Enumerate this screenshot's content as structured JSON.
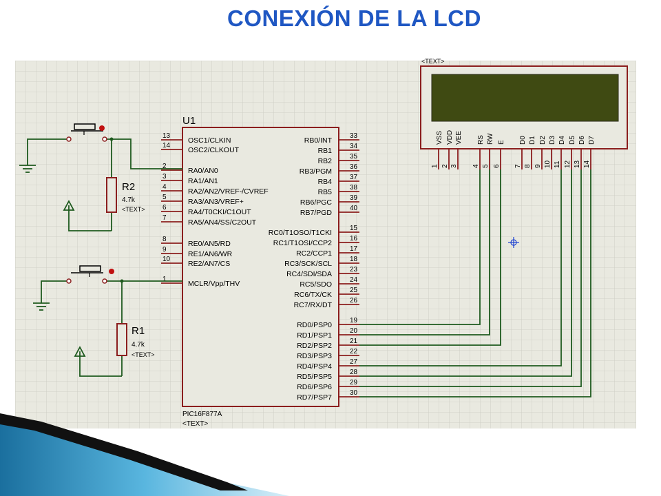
{
  "title": "CONEXIÓN DE LA LCD",
  "mcu": {
    "ref": "U1",
    "part": "PIC16F877A",
    "text_placeholder": "<TEXT>",
    "left_pins": [
      {
        "num": "13",
        "name": "OSC1/CLKIN"
      },
      {
        "num": "14",
        "name": "OSC2/CLKOUT"
      },
      {
        "num": "2",
        "name": "RA0/AN0"
      },
      {
        "num": "3",
        "name": "RA1/AN1"
      },
      {
        "num": "4",
        "name": "RA2/AN2/VREF-/CVREF"
      },
      {
        "num": "5",
        "name": "RA3/AN3/VREF+"
      },
      {
        "num": "6",
        "name": "RA4/T0CKI/C1OUT"
      },
      {
        "num": "7",
        "name": "RA5/AN4/SS/C2OUT"
      },
      {
        "num": "8",
        "name": "RE0/AN5/RD"
      },
      {
        "num": "9",
        "name": "RE1/AN6/WR"
      },
      {
        "num": "10",
        "name": "RE2/AN7/CS"
      },
      {
        "num": "1",
        "name": "MCLR/Vpp/THV"
      }
    ],
    "right_pins": [
      {
        "num": "33",
        "name": "RB0/INT"
      },
      {
        "num": "34",
        "name": "RB1"
      },
      {
        "num": "35",
        "name": "RB2"
      },
      {
        "num": "36",
        "name": "RB3/PGM"
      },
      {
        "num": "37",
        "name": "RB4"
      },
      {
        "num": "38",
        "name": "RB5"
      },
      {
        "num": "39",
        "name": "RB6/PGC"
      },
      {
        "num": "40",
        "name": "RB7/PGD"
      },
      {
        "num": "15",
        "name": "RC0/T1OSO/T1CKI"
      },
      {
        "num": "16",
        "name": "RC1/T1OSI/CCP2"
      },
      {
        "num": "17",
        "name": "RC2/CCP1"
      },
      {
        "num": "18",
        "name": "RC3/SCK/SCL"
      },
      {
        "num": "23",
        "name": "RC4/SDI/SDA"
      },
      {
        "num": "24",
        "name": "RC5/SDO"
      },
      {
        "num": "25",
        "name": "RC6/TX/CK"
      },
      {
        "num": "26",
        "name": "RC7/RX/DT"
      },
      {
        "num": "19",
        "name": "RD0/PSP0"
      },
      {
        "num": "20",
        "name": "RD1/PSP1"
      },
      {
        "num": "21",
        "name": "RD2/PSP2"
      },
      {
        "num": "22",
        "name": "RD3/PSP3"
      },
      {
        "num": "27",
        "name": "RD4/PSP4"
      },
      {
        "num": "28",
        "name": "RD5/PSP5"
      },
      {
        "num": "29",
        "name": "RD6/PSP6"
      },
      {
        "num": "30",
        "name": "RD7/PSP7"
      }
    ]
  },
  "lcd": {
    "text_placeholder": "<TEXT>",
    "pins": [
      {
        "num": "1",
        "name": "VSS"
      },
      {
        "num": "2",
        "name": "VDD"
      },
      {
        "num": "3",
        "name": "VEE"
      },
      {
        "num": "4",
        "name": "RS"
      },
      {
        "num": "5",
        "name": "RW"
      },
      {
        "num": "6",
        "name": "E"
      },
      {
        "num": "7",
        "name": "D0"
      },
      {
        "num": "8",
        "name": "D1"
      },
      {
        "num": "9",
        "name": "D2"
      },
      {
        "num": "10",
        "name": "D3"
      },
      {
        "num": "11",
        "name": "D4"
      },
      {
        "num": "12",
        "name": "D5"
      },
      {
        "num": "13",
        "name": "D6"
      },
      {
        "num": "14",
        "name": "D7"
      }
    ]
  },
  "resistors": [
    {
      "ref": "R2",
      "value": "4.7k",
      "text": "<TEXT>"
    },
    {
      "ref": "R1",
      "value": "4.7k",
      "text": "<TEXT>"
    }
  ],
  "colors": {
    "title": "#1f57c3",
    "grid_bg": "#e9e9e0",
    "grid_line": "#c9c9c0",
    "wire": "#1e5a1e",
    "component": "#8b1e1e",
    "lcd_screen": "#3f4a12",
    "lcd_body": "#e9e9e0"
  }
}
